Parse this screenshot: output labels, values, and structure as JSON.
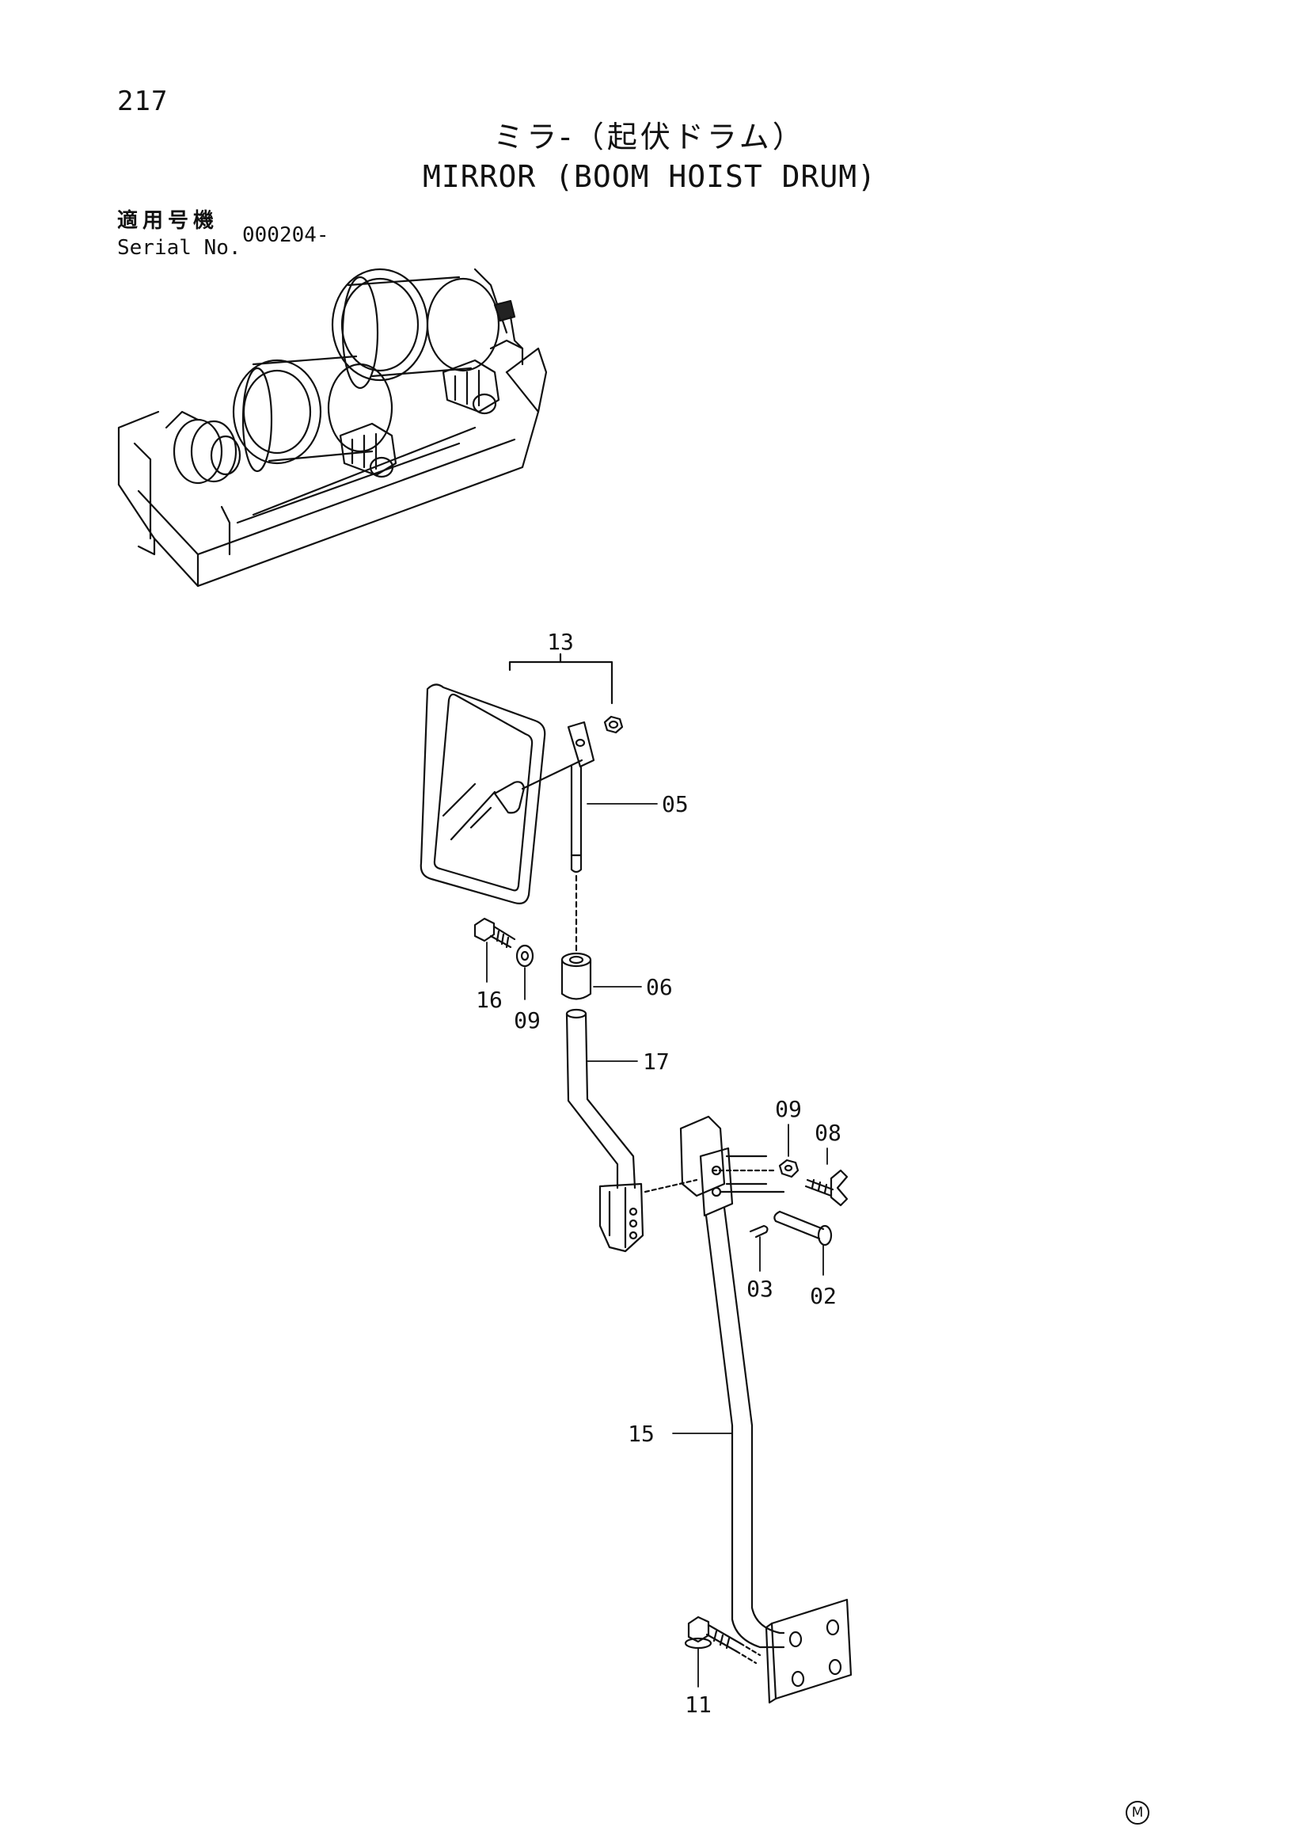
{
  "page_number": "217",
  "title": {
    "jp": "ミラ-（起伏ドラム）",
    "en": "MIRROR (BOOM HOIST DRUM)"
  },
  "serial": {
    "label_jp": "適用号機",
    "label_en": "Serial No.",
    "value": "000204-"
  },
  "callouts": {
    "p13": "13",
    "p05": "05",
    "p16": "16",
    "p09a": "09",
    "p06": "06",
    "p17": "17",
    "p09b": "09",
    "p08": "08",
    "p03": "03",
    "p02": "02",
    "p15": "15",
    "p11": "11"
  },
  "footer_mark": "M"
}
